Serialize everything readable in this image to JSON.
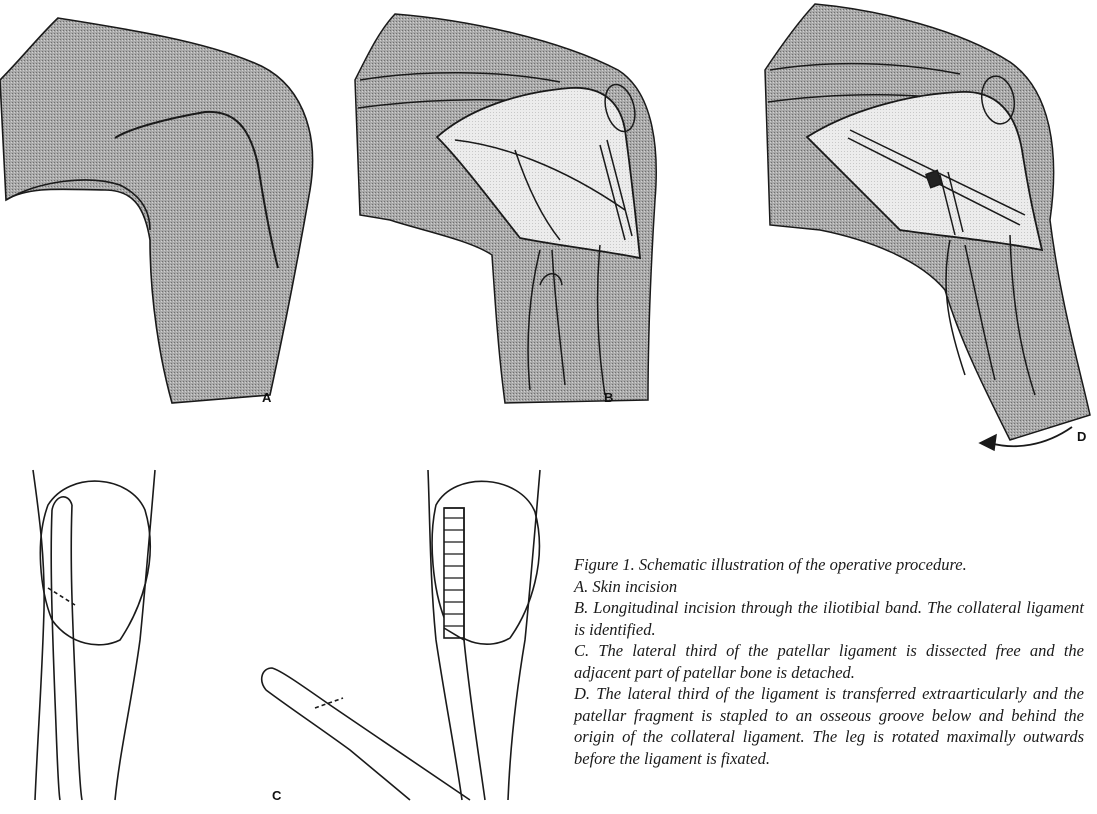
{
  "panels": {
    "a": {
      "label": "A"
    },
    "b": {
      "label": "B"
    },
    "c": {
      "label": "C"
    },
    "d": {
      "label": "D"
    }
  },
  "caption": {
    "title": "Figure 1. Schematic illustration of the operative procedure.",
    "items": [
      "A. Skin incision",
      "B. Longitudinal incision through the iliotibial band. The collateral ligament is identified.",
      "C. The lateral third of the patellar ligament is dissected free and the adjacent part of patellar bone is detached.",
      "D. The lateral third of the ligament is transferred extraarticularly and the patellar fragment is stapled to an osseous groove below and behind the origin of the collateral ligament. The leg is rotated maximally outwards before the ligament is fixated."
    ]
  },
  "colors": {
    "ink": "#1a1a1a",
    "shade": "#9a9a9a",
    "wound": "#e6e6e6"
  }
}
